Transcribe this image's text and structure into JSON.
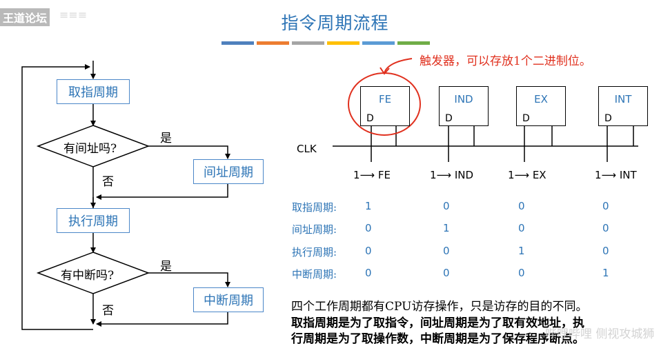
{
  "header": {
    "site": "王道论坛",
    "title": "指令周期流程",
    "stripe_colors": [
      "#4f81bd",
      "#ed7d31",
      "#a5a5a5",
      "#ffc000",
      "#5b9bd5",
      "#70ad47"
    ]
  },
  "flowchart": {
    "fetch": "取指周期",
    "q_indirect": "有间址吗?",
    "yes1": "是",
    "no1": "否",
    "indirect": "间址周期",
    "execute": "执行周期",
    "q_interrupt": "有中断吗?",
    "yes2": "是",
    "no2": "否",
    "interrupt": "中断周期"
  },
  "registers": {
    "annotation": "触发器，可以存放1个二进制位。",
    "clk": "CLK",
    "d": "D",
    "items": [
      {
        "name": "FE",
        "signal": "1⟶ FE"
      },
      {
        "name": "IND",
        "signal": "1⟶ IND"
      },
      {
        "name": "EX",
        "signal": "1⟶ EX"
      },
      {
        "name": "INT",
        "signal": "1⟶ INT"
      }
    ]
  },
  "table": {
    "rows": [
      {
        "label": "取指周期:",
        "values": [
          "1",
          "0",
          "0",
          "0"
        ]
      },
      {
        "label": "间址周期:",
        "values": [
          "0",
          "1",
          "0",
          "0"
        ]
      },
      {
        "label": "执行周期:",
        "values": [
          "0",
          "0",
          "1",
          "0"
        ]
      },
      {
        "label": "中断周期:",
        "values": [
          "0",
          "0",
          "0",
          "1"
        ]
      }
    ]
  },
  "notes": {
    "line1": "四个工作周期都有CPU访存操作，只是访存的目的不同。",
    "line2": "取指周期是为了取指令，间址周期是为了取有效地址，执",
    "line3": "行周期是为了取操作数，中断周期是为了保存程序断点。"
  },
  "watermark": "哔哩哔哩 侧视攻城狮"
}
